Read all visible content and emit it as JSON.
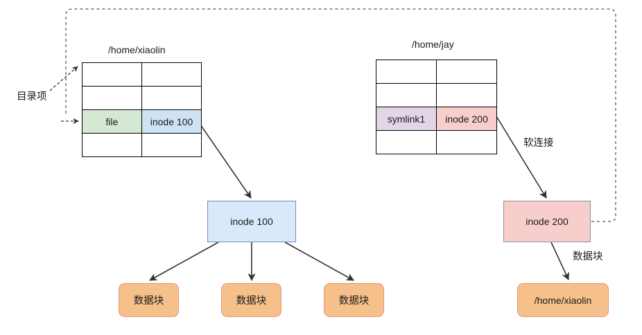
{
  "diagram": {
    "title_left": "/home/xiaolin",
    "title_right": "/home/jay",
    "labels": {
      "dir_entry": "目录项",
      "soft_link": "软连接",
      "data_block_note": "数据块"
    },
    "left_table": {
      "rows": [
        {
          "name": "",
          "inode": "",
          "highlight": false
        },
        {
          "name": "",
          "inode": "",
          "highlight": false
        },
        {
          "name": "file",
          "inode": "inode 100",
          "highlight": true
        },
        {
          "name": "",
          "inode": "",
          "highlight": false
        }
      ]
    },
    "right_table": {
      "rows": [
        {
          "name": "",
          "inode": "",
          "highlight": false
        },
        {
          "name": "",
          "inode": "",
          "highlight": false
        },
        {
          "name": "symlink1",
          "inode": "inode 200",
          "highlight": true
        },
        {
          "name": "",
          "inode": "",
          "highlight": false
        }
      ]
    },
    "inodes": {
      "left": "inode 100",
      "right": "inode 200"
    },
    "data_blocks": [
      "数据块",
      "数据块",
      "数据块"
    ],
    "symlink_target_block": "/home/xiaolin",
    "colors": {
      "name_cell_left": "#d5e8d4",
      "inode_cell_left": "#cfe2f3",
      "name_cell_right": "#e1d5e7",
      "inode_cell_right": "#f8cecc",
      "inode_box_left_fill": "#dae8fc",
      "inode_box_left_stroke": "#6c8ebf",
      "inode_box_right_fill": "#f8cecc",
      "inode_box_right_stroke": "#8f8f8f",
      "data_block_fill": "#f5c08a",
      "data_block_stroke": "#e8927c",
      "line": "#333333",
      "dashed_line": "#555555",
      "text": "#1a1a1a"
    }
  }
}
